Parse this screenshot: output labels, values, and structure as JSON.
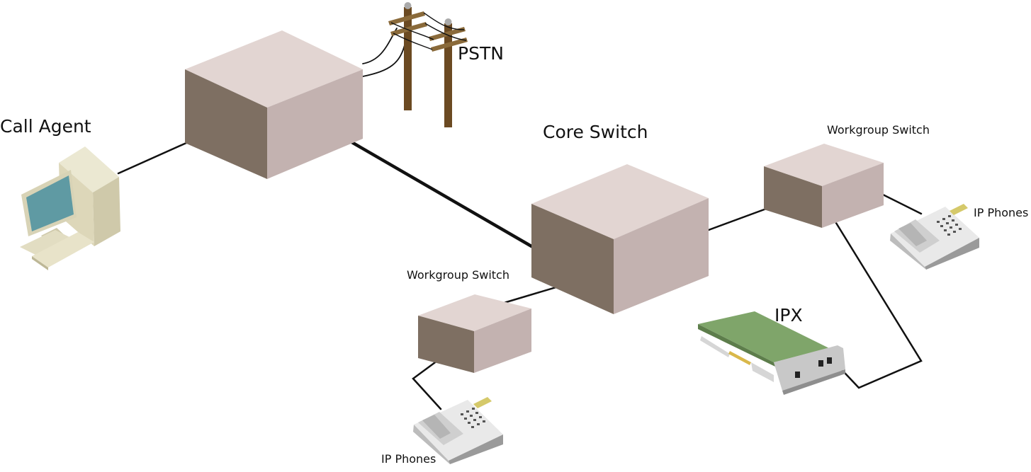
{
  "labels": {
    "call_agent": "Call Agent",
    "pstn": "PSTN",
    "core_switch": "Core Switch",
    "workgroup_switch_right": "Workgroup Switch",
    "workgroup_switch_left": "Workgroup Switch",
    "ip_phones_right": "IP Phones",
    "ip_phones_bottom": "IP Phones",
    "ipx": "IPX"
  },
  "colors": {
    "box_front": "#7e6f62",
    "box_side": "#c3b2b0",
    "box_top": "#e2d5d2",
    "line": "#111111",
    "pole": "#6b4a22",
    "card_pcb": "#7fa56a",
    "monitor_screen": "#5f9aa3",
    "computer_case": "#ded9bd"
  },
  "icons": [
    "computer-icon",
    "utility-pole-icon",
    "telephone-icon",
    "network-card-icon"
  ]
}
